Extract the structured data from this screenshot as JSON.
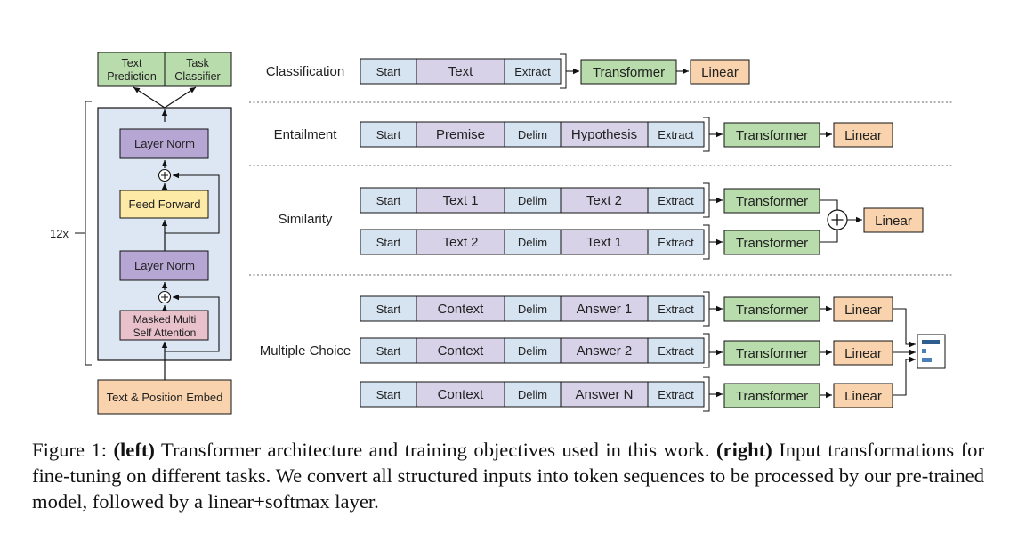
{
  "colors": {
    "blue": "#d6e3f1",
    "purple": "#d8d2e8",
    "green": "#b8dcab",
    "orange": "#f9d3ad",
    "yellow": "#fdeaa7",
    "pink": "#e8c1cb",
    "backdrop": "#dde7f3",
    "layer_norm": "#b6a6d3",
    "bar": "#2f5e8e",
    "bar_light": "#4b7fb8"
  },
  "left": {
    "out_text_prediction": "Text Prediction",
    "out_task_classifier": "Task Classifier",
    "layer_norm": "Layer Norm",
    "feed_forward": "Feed Forward",
    "masked_attention": "Masked Multi Self Attention",
    "embed": "Text & Position Embed",
    "repeat": "12x",
    "plus_symbol": "+"
  },
  "tasks": {
    "classification": "Classification",
    "entailment": "Entailment",
    "similarity": "Similarity",
    "multiple_choice": "Multiple Choice"
  },
  "tokens": {
    "start": "Start",
    "extract": "Extract",
    "delim": "Delim",
    "text": "Text",
    "premise": "Premise",
    "hypothesis": "Hypothesis",
    "text1": "Text 1",
    "text2": "Text 2",
    "context": "Context",
    "answer1": "Answer 1",
    "answer2": "Answer 2",
    "answerN": "Answer N"
  },
  "blocks": {
    "transformer": "Transformer",
    "linear": "Linear",
    "plus_symbol": "+"
  },
  "caption": {
    "prefix": "Figure 1: ",
    "left_tag": "(left)",
    "left_text": " Transformer architecture and training objectives used in this work. ",
    "right_tag": "(right)",
    "right_text": " Input transformations for fine-tuning on different tasks. We convert all structured inputs into token sequences to be processed by our pre-trained model, followed by a linear+softmax layer."
  }
}
